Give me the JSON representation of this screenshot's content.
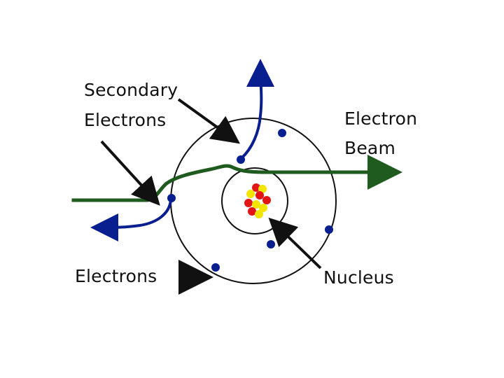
{
  "labels": {
    "secondary_electrons_line1": "Secondary",
    "secondary_electrons_line2": "Electrons",
    "electron_beam_line1": "Electron",
    "electron_beam_line2": "Beam",
    "electrons": "Electrons",
    "nucleus": "Nucleus"
  },
  "colors": {
    "beam": "#1f5a1f",
    "secondary_electron_path": "#0a1f8f",
    "electron_dot": "#0a1f8f",
    "orbit": "#111111",
    "pointer_arrow": "#111111",
    "proton": "#e31414",
    "neutron": "#f2e600",
    "background": "#ffffff"
  }
}
